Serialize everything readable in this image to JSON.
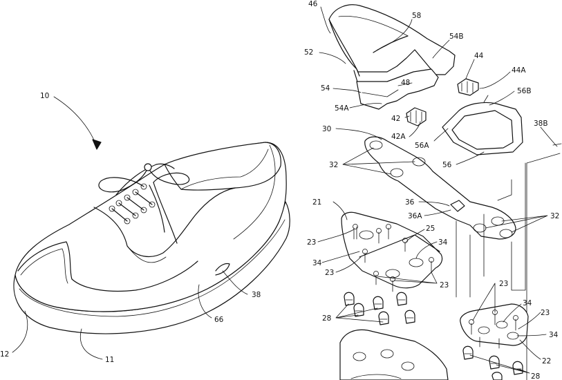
{
  "labels": {
    "l10": "10",
    "l11": "11",
    "l12": "12",
    "l38": "38",
    "l66": "66",
    "l46": "46",
    "l58": "58",
    "l52": "52",
    "l54B": "54B",
    "l44": "44",
    "l44A": "44A",
    "l54": "54",
    "l48": "48",
    "l56B": "56B",
    "l54A": "54A",
    "l42": "42",
    "l42A": "42A",
    "l56A": "56A",
    "l30": "30",
    "l38B": "38B",
    "l32a": "32",
    "l56": "56",
    "l21": "21",
    "l36": "36",
    "l36A": "36A",
    "l32b": "32",
    "l25": "25",
    "l23a": "23",
    "l34a": "34",
    "l23b": "23",
    "l34b": "34",
    "l23c": "23",
    "l23d": "23",
    "l34c": "34",
    "l23e": "23",
    "l28a": "28",
    "l34d": "34",
    "l22": "22",
    "l28b": "28"
  }
}
